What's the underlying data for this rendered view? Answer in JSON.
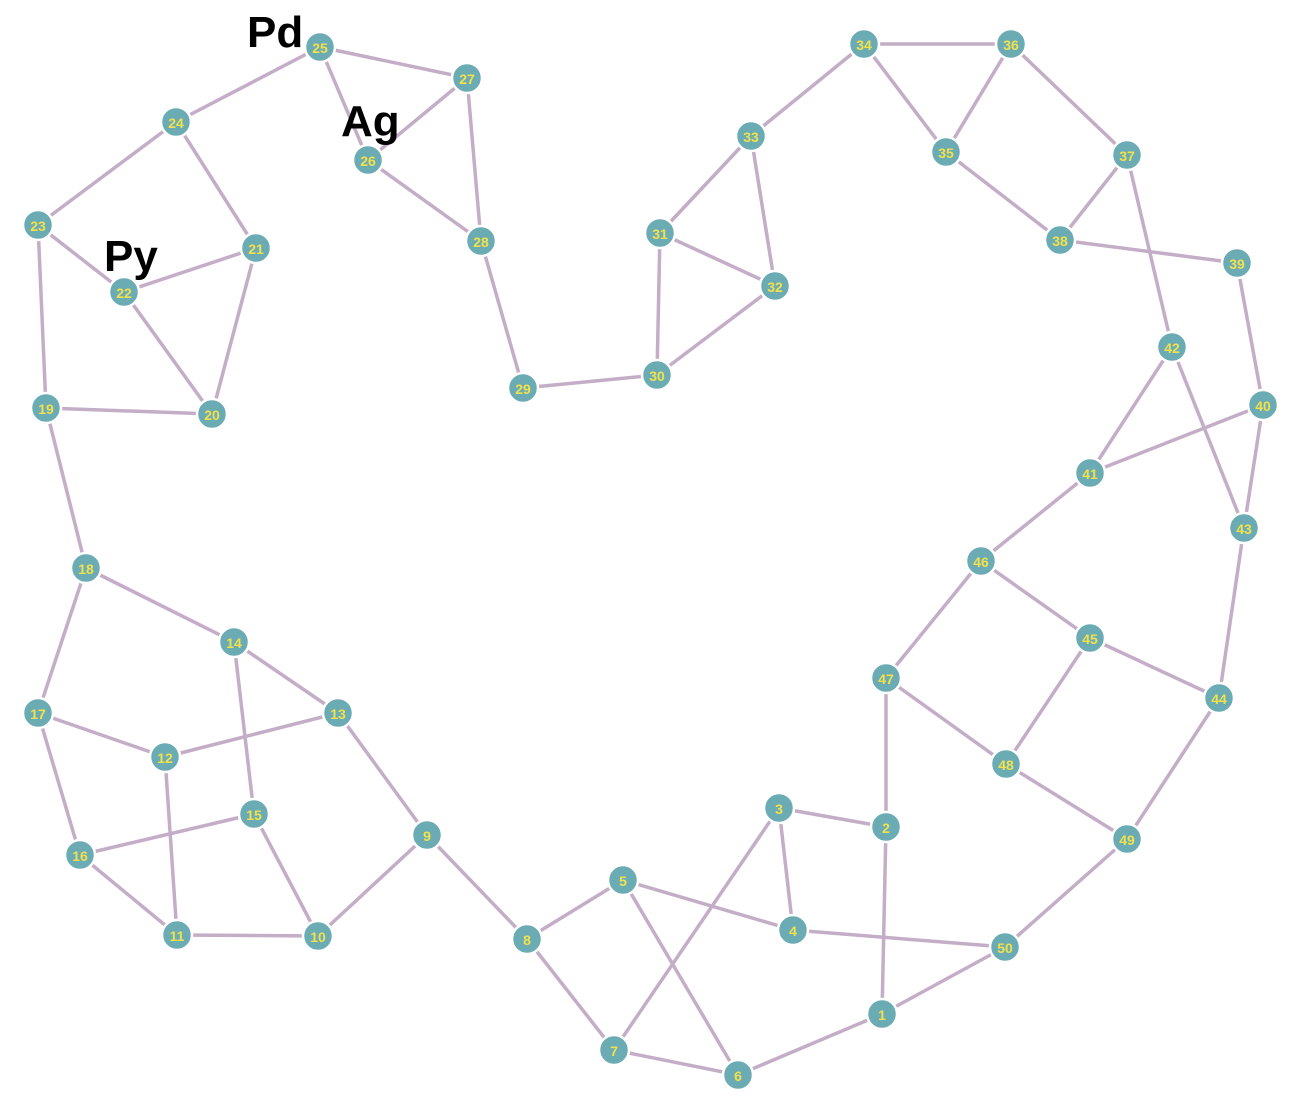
{
  "graph": {
    "colors": {
      "edge": "#c4adc6",
      "node_fill": "#6aabb4",
      "node_label": "#f2e14b",
      "annotation": "#000000"
    },
    "nodes": [
      "1",
      "2",
      "3",
      "4",
      "5",
      "6",
      "7",
      "8",
      "9",
      "10",
      "11",
      "12",
      "13",
      "14",
      "15",
      "16",
      "17",
      "18",
      "19",
      "20",
      "21",
      "22",
      "23",
      "24",
      "25",
      "26",
      "27",
      "28",
      "29",
      "30",
      "31",
      "32",
      "33",
      "34",
      "35",
      "36",
      "37",
      "38",
      "39",
      "40",
      "41",
      "42",
      "43",
      "44",
      "45",
      "46",
      "47",
      "48",
      "49",
      "50"
    ],
    "edges": [
      [
        "1",
        "2"
      ],
      [
        "1",
        "6"
      ],
      [
        "1",
        "50"
      ],
      [
        "2",
        "3"
      ],
      [
        "2",
        "47"
      ],
      [
        "3",
        "4"
      ],
      [
        "3",
        "7"
      ],
      [
        "4",
        "5"
      ],
      [
        "4",
        "50"
      ],
      [
        "5",
        "8"
      ],
      [
        "5",
        "6"
      ],
      [
        "6",
        "7"
      ],
      [
        "7",
        "8"
      ],
      [
        "8",
        "9"
      ],
      [
        "9",
        "13"
      ],
      [
        "9",
        "10"
      ],
      [
        "10",
        "11"
      ],
      [
        "10",
        "15"
      ],
      [
        "11",
        "16"
      ],
      [
        "11",
        "12"
      ],
      [
        "12",
        "17"
      ],
      [
        "12",
        "13"
      ],
      [
        "13",
        "14"
      ],
      [
        "14",
        "18"
      ],
      [
        "14",
        "15"
      ],
      [
        "15",
        "16"
      ],
      [
        "16",
        "17"
      ],
      [
        "17",
        "18"
      ],
      [
        "18",
        "19"
      ],
      [
        "19",
        "23"
      ],
      [
        "19",
        "20"
      ],
      [
        "20",
        "21"
      ],
      [
        "20",
        "22"
      ],
      [
        "21",
        "22"
      ],
      [
        "21",
        "24"
      ],
      [
        "22",
        "23"
      ],
      [
        "23",
        "24"
      ],
      [
        "24",
        "25"
      ],
      [
        "25",
        "26"
      ],
      [
        "25",
        "27"
      ],
      [
        "26",
        "27"
      ],
      [
        "26",
        "28"
      ],
      [
        "27",
        "28"
      ],
      [
        "28",
        "29"
      ],
      [
        "29",
        "30"
      ],
      [
        "30",
        "31"
      ],
      [
        "30",
        "32"
      ],
      [
        "31",
        "32"
      ],
      [
        "31",
        "33"
      ],
      [
        "32",
        "33"
      ],
      [
        "33",
        "34"
      ],
      [
        "34",
        "35"
      ],
      [
        "34",
        "36"
      ],
      [
        "35",
        "36"
      ],
      [
        "35",
        "38"
      ],
      [
        "36",
        "37"
      ],
      [
        "37",
        "38"
      ],
      [
        "37",
        "42"
      ],
      [
        "38",
        "39"
      ],
      [
        "39",
        "40"
      ],
      [
        "40",
        "41"
      ],
      [
        "40",
        "43"
      ],
      [
        "41",
        "42"
      ],
      [
        "41",
        "46"
      ],
      [
        "42",
        "43"
      ],
      [
        "43",
        "44"
      ],
      [
        "44",
        "45"
      ],
      [
        "44",
        "49"
      ],
      [
        "45",
        "46"
      ],
      [
        "45",
        "48"
      ],
      [
        "46",
        "47"
      ],
      [
        "47",
        "48"
      ],
      [
        "48",
        "49"
      ],
      [
        "49",
        "50"
      ]
    ],
    "annotations": [
      {
        "text": "Pd",
        "anchor_node": "25"
      },
      {
        "text": "Ag",
        "anchor_node": "26"
      },
      {
        "text": "Py",
        "anchor_node": "22"
      }
    ]
  }
}
